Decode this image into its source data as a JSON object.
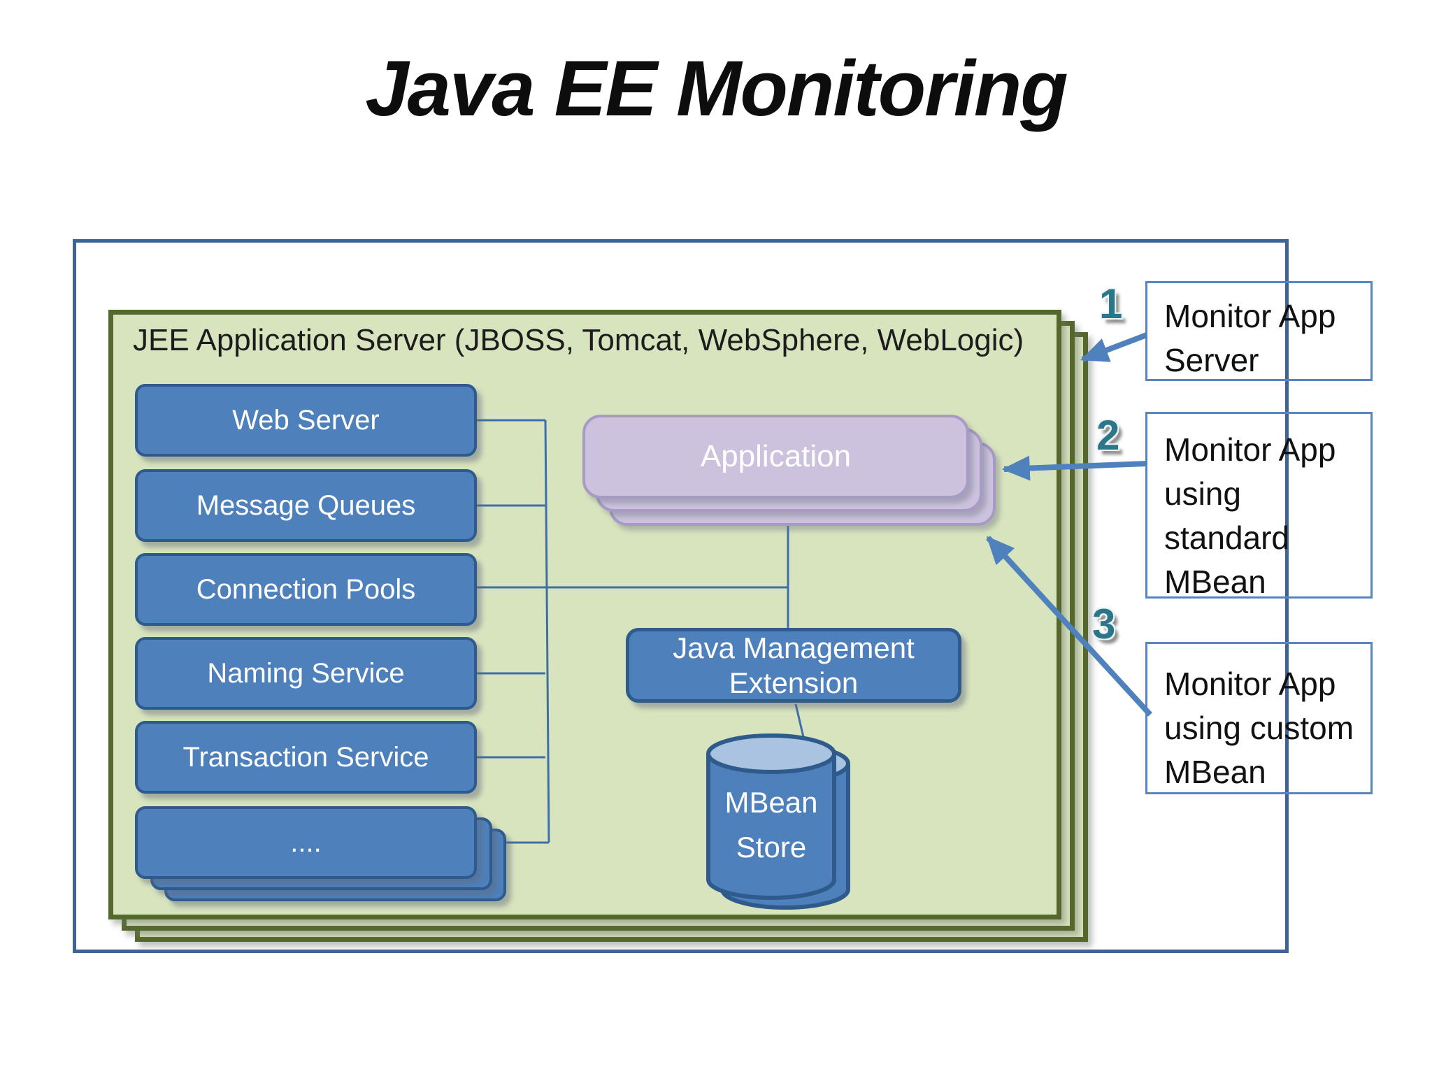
{
  "title": "Java EE Monitoring",
  "colors": {
    "accent-blue": "#4E80BC",
    "blue-border": "#2F5A8C",
    "green-fill": "#D8E4BE",
    "green-border": "#55682C",
    "purple-fill": "#CCC2DE",
    "purple-border": "#A79BC6",
    "outer-border": "#3E6497",
    "monitor-border": "#5585C2",
    "connector": "#3E6FA8",
    "number-teal": "#2B7689",
    "cylinder-top": "#A9C3E1"
  },
  "jee_server": {
    "label": "JEE Application Server (JBOSS, Tomcat, WebSphere, WebLogic)",
    "components": [
      "Web Server",
      "Message Queues",
      "Connection Pools",
      "Naming Service",
      "Transaction Service",
      "...."
    ]
  },
  "application": {
    "label": "Application"
  },
  "jmx": {
    "lines": [
      "Java Management",
      "Extension"
    ]
  },
  "mbean_store": {
    "lines": [
      "MBean",
      "Store"
    ]
  },
  "monitors": [
    {
      "number": "1",
      "lines": [
        "Monitor App",
        "Server"
      ]
    },
    {
      "number": "2",
      "lines": [
        "Monitor App",
        "using",
        "standard",
        "MBean"
      ]
    },
    {
      "number": "3",
      "lines": [
        "Monitor App",
        "using custom",
        "MBean"
      ]
    }
  ]
}
